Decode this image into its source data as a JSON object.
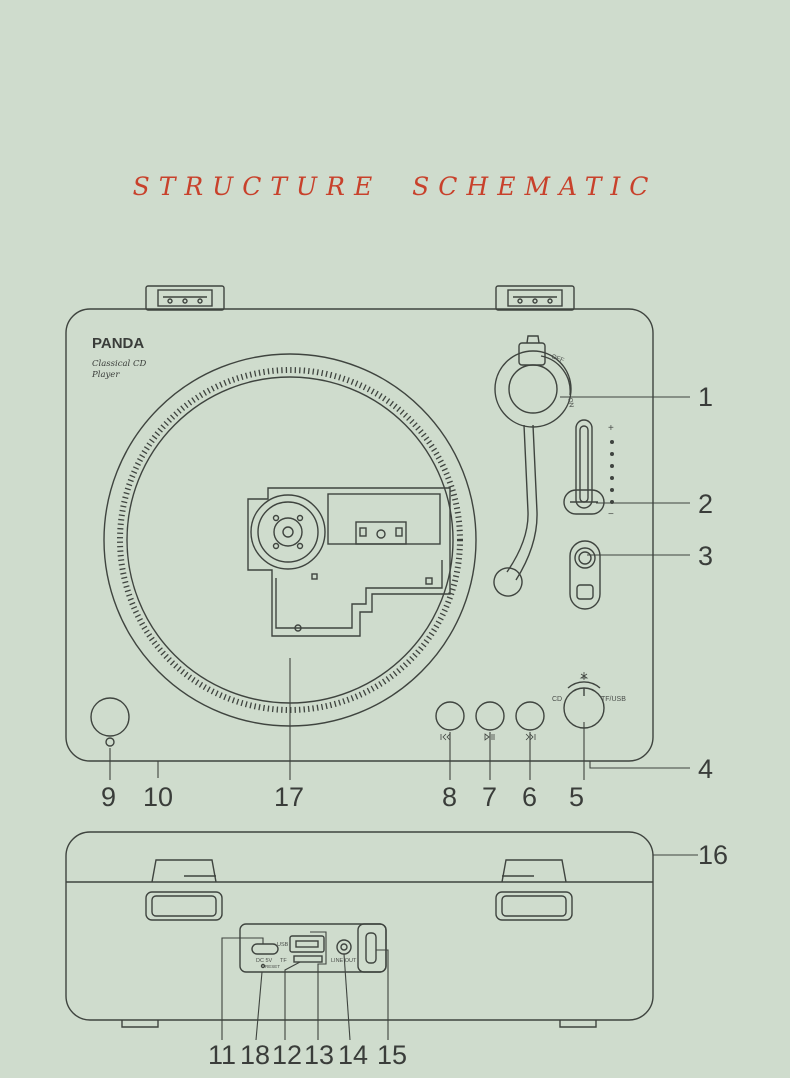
{
  "title": "STRUCTURE SCHEMATIC",
  "brand": {
    "name": "PANDA",
    "subtitle_line1": "Classical CD",
    "subtitle_line2": "Player"
  },
  "top_controls": {
    "tonearm_off": "OFF",
    "tonearm_on": "ON",
    "volume_plus": "+",
    "volume_minus": "−",
    "knob_left": "CD",
    "knob_right": "TF/USB"
  },
  "ports": {
    "usb": "USB",
    "dc": "DC 5V",
    "tf": "TF",
    "reset": "RESET",
    "line_out": "LINE OUT"
  },
  "callouts": {
    "c1": "1",
    "c2": "2",
    "c3": "3",
    "c4": "4",
    "c5": "5",
    "c6": "6",
    "c7": "7",
    "c8": "8",
    "c9": "9",
    "c10": "10",
    "c11": "11",
    "c12": "12",
    "c13": "13",
    "c14": "14",
    "c15": "15",
    "c16": "16",
    "c17": "17",
    "c18": "18"
  },
  "colors": {
    "background": "#cfdccd",
    "title": "#c8412b",
    "line": "#3f443f"
  }
}
